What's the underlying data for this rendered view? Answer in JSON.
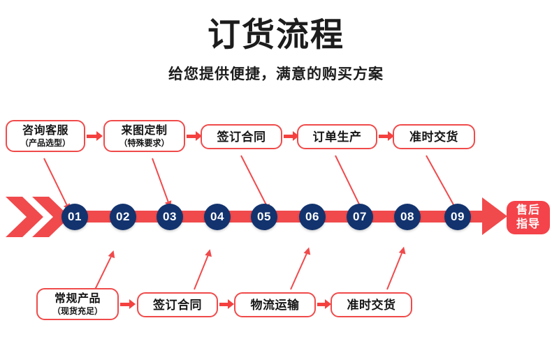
{
  "header": {
    "title": "订货流程",
    "subtitle": "给您提供便捷，满意的购买方案"
  },
  "colors": {
    "accent_red": "#f04a4c",
    "box_border": "#f04a4a",
    "circle_navy": "#12336e",
    "badge_red": "#f4434a",
    "text": "#151515"
  },
  "top_steps": [
    {
      "main": "咨询客服",
      "sub": "（产品选型）",
      "circle": "01"
    },
    {
      "main": "来图定制",
      "sub": "（特殊要求）",
      "circle": "03"
    },
    {
      "main": "签订合同",
      "sub": "",
      "circle": "05"
    },
    {
      "main": "订单生产",
      "sub": "",
      "circle": "07"
    },
    {
      "main": "准时交货",
      "sub": "",
      "circle": "09"
    }
  ],
  "bottom_steps": [
    {
      "main": "常规产品",
      "sub": "（现货充足）",
      "circle": "02"
    },
    {
      "main": "签订合同",
      "sub": "",
      "circle": "04"
    },
    {
      "main": "物流运输",
      "sub": "",
      "circle": "06"
    },
    {
      "main": "准时交货",
      "sub": "",
      "circle": "08"
    }
  ],
  "timeline": {
    "numbers": [
      "01",
      "02",
      "03",
      "04",
      "05",
      "06",
      "07",
      "08",
      "09"
    ]
  },
  "badge": {
    "line1": "售后",
    "line2": "指导"
  }
}
